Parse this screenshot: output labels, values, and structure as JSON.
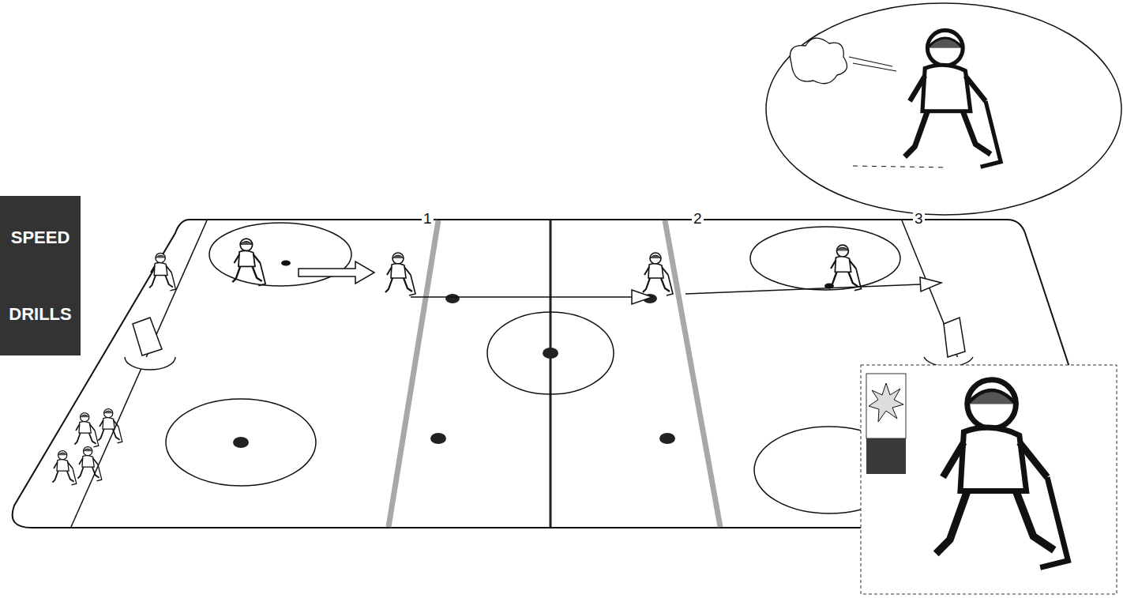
{
  "diagram": {
    "nodes": [
      {
        "text": [
          "SPEED DRILLS"
        ]
      }
    ],
    "labels": [
      "1",
      "2",
      "3"
    ]
  }
}
